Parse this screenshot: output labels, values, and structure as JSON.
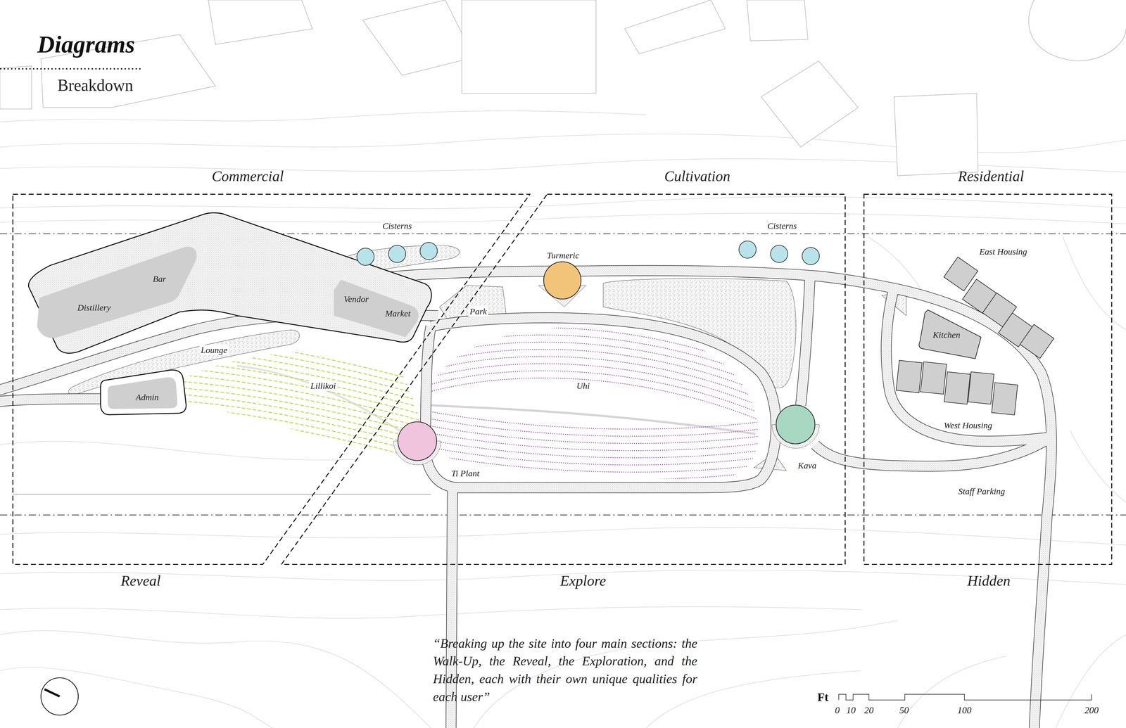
{
  "diagram": {
    "title": "Diagrams",
    "caption": "“Breaking up the site into four main sections: the Walk-Up, the Reveal, the Exploration, and the Hidden, each with their own unique qualities for each user”",
    "nodes": [
      {
        "text": [
          "Commercial",
          "Reveal"
        ]
      },
      {
        "text": [
          "Bar",
          "Distillery"
        ],
        "in": 0
      },
      {
        "text": [
          "Vendor",
          "Market"
        ],
        "in": 0
      },
      {
        "text": [
          "Admin"
        ],
        "in": 0
      },
      {
        "text": [
          "Cultivation",
          "Explore"
        ]
      },
      {
        "text": [
          "Turmeric"
        ],
        "in": 4
      },
      {
        "text": [
          "Ti Plant"
        ],
        "in": 4
      },
      {
        "text": [
          "Kava"
        ],
        "in": 4
      },
      {
        "text": [
          "Residential",
          "Hidden"
        ]
      },
      {
        "text": [
          "Kitchen"
        ],
        "in": 8
      }
    ],
    "labels": [
      "Breakdown",
      "Cisterns",
      "Cisterns",
      "East Housing",
      "Park",
      "Lounge",
      "Lillikoi",
      "Uhi",
      "West Housing",
      "Staff Parking",
      "Ft",
      "0",
      "10",
      "20",
      "50",
      "100",
      "200"
    ]
  }
}
